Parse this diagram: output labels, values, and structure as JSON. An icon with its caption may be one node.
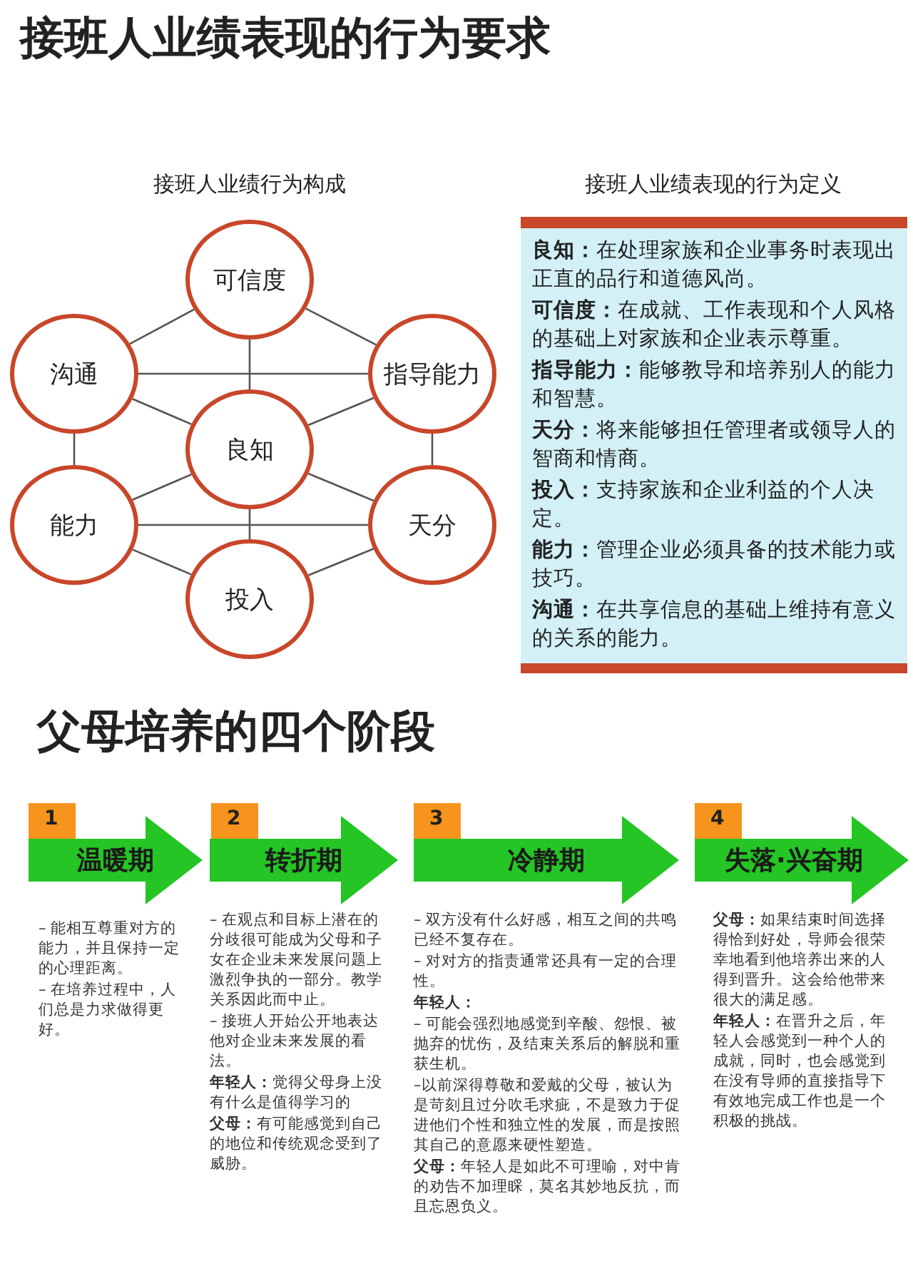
{
  "diagram": {
    "title": "接班人业绩表现的行为要求",
    "nodes": [
      {
        "text": [
          "可信度"
        ]
      },
      {
        "text": [
          "沟通"
        ]
      },
      {
        "text": [
          "指导能力"
        ]
      },
      {
        "text": [
          "良知"
        ]
      },
      {
        "text": [
          "能力"
        ]
      },
      {
        "text": [
          "天分"
        ]
      },
      {
        "text": [
          "投入"
        ]
      },
      {
        "text": [
          "**良知：**在处理家族和企业事务时表现出正直的品行和道德风尚。",
          "**可信度：**在成就、工作表现和个人风格的基础上对家族和企业表示尊重。",
          "**指导能力：**能够教导和培养别人的能力和智慧。",
          "**天分：**将来能够担任管理者或领导人的智商和情商。",
          "**投入：**支持家族和企业利益的个人决定。",
          "**能力：**管理企业必须具备的技术能力或技巧。",
          "**沟通：**在共享信息的基础上维持有意义的关系的能力。"
        ]
      },
      {
        "text": [
          "1"
        ]
      },
      {
        "text": [
          "温暖期"
        ],
        "beside": [
          "– 能相互尊重对方的能力，并且保持一定的心理距离。",
          "– 在培养过程中，人们总是力求做得更好。"
        ]
      },
      {
        "text": [
          "2"
        ]
      },
      {
        "text": [
          "转折期"
        ],
        "beside": [
          "– 在观点和目标上潜在的分歧很可能成为父母和子女在企业未来发展问题上激烈争执的一部分。教学关系因此而中止。",
          "– 接班人开始公开地表达他对企业未来发展的看法。",
          "**年轻人：**觉得父母身上没有什么是值得学习的",
          "**父母：**有可能感觉到自己的地位和传统观念受到了威胁。"
        ]
      },
      {
        "text": [
          "3"
        ]
      },
      {
        "text": [
          "冷静期"
        ],
        "beside": [
          "– 双方没有什么好感，相互之间的共鸣已经不复存在。",
          "– 对对方的指责通常还具有一定的合理性。",
          "**年轻人：**",
          "– 可能会强烈地感觉到辛酸、怨恨、被抛弃的忧伤，及结束关系后的解脱和重获生机。",
          "–以前深得尊敬和爱戴的父母，被认为是苛刻且过分吹毛求疵，不是致力于促进他们个性和独立性的发展，而是按照其自己的意愿来硬性塑造。",
          "**父母：**年轻人是如此不可理喻，对中肯的劝告不加理睬，莫名其妙地反抗，而且忘恩负义。"
        ]
      },
      {
        "text": [
          "4"
        ]
      },
      {
        "text": [
          "失落·兴奋期"
        ],
        "beside": [
          "**父母：**如果结束时间选择得恰到好处，导师会很荣幸地看到他培养出来的人得到晋升。这会给他带来很大的满足感。",
          "**年轻人：**在晋升之后，年轻人会感觉到一种个人的成就，同时，也会感觉到在没有导师的直接指导下有效地完成工作也是一个积极的挑战。"
        ]
      }
    ],
    "edges": [
      {
        "from": 0,
        "to": 1,
        "arrow": "none"
      },
      {
        "from": 0,
        "to": 2,
        "arrow": "none"
      },
      {
        "from": 0,
        "to": 3,
        "arrow": "none"
      },
      {
        "from": 1,
        "to": 2,
        "arrow": "none"
      },
      {
        "from": 1,
        "to": 3,
        "arrow": "none"
      },
      {
        "from": 1,
        "to": 4,
        "arrow": "none"
      },
      {
        "from": 2,
        "to": 3,
        "arrow": "none"
      },
      {
        "from": 2,
        "to": 5,
        "arrow": "none"
      },
      {
        "from": 3,
        "to": 4,
        "arrow": "none"
      },
      {
        "from": 3,
        "to": 5,
        "arrow": "none"
      },
      {
        "from": 3,
        "to": 6,
        "arrow": "none"
      },
      {
        "from": 4,
        "to": 5,
        "arrow": "none"
      },
      {
        "from": 4,
        "to": 6,
        "arrow": "none"
      },
      {
        "from": 5,
        "to": 6,
        "arrow": "none"
      }
    ],
    "labels": [
      "接班人业绩行为构成",
      "接班人业绩表现的行为定义",
      "父母培养的四个阶段"
    ]
  }
}
